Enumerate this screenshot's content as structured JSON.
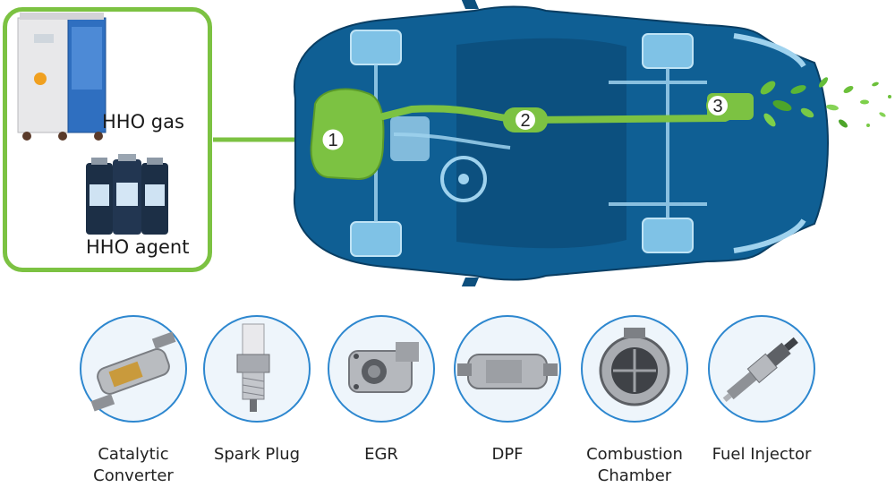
{
  "supply": {
    "gas_label": "HHO gas",
    "agent_label": "HHO agent",
    "machine_icon": "hho-generator-machine",
    "bottles_icon": "hho-agent-bottles"
  },
  "car": {
    "markers": [
      "1",
      "2",
      "3"
    ],
    "exhaust_icon": "green-leaves"
  },
  "components": [
    {
      "label": "Catalytic Converter",
      "icon": "catalytic-converter"
    },
    {
      "label": "Spark Plug",
      "icon": "spark-plug"
    },
    {
      "label": "EGR",
      "icon": "egr-valve"
    },
    {
      "label": "DPF",
      "icon": "dpf-filter"
    },
    {
      "label": "Combustion Chamber",
      "icon": "combustion-chamber"
    },
    {
      "label": "Fuel Injector",
      "icon": "fuel-injector"
    }
  ],
  "colors": {
    "accent_green": "#7cc242",
    "car_blue": "#0f5f94",
    "circle_border": "#2d87cf"
  }
}
